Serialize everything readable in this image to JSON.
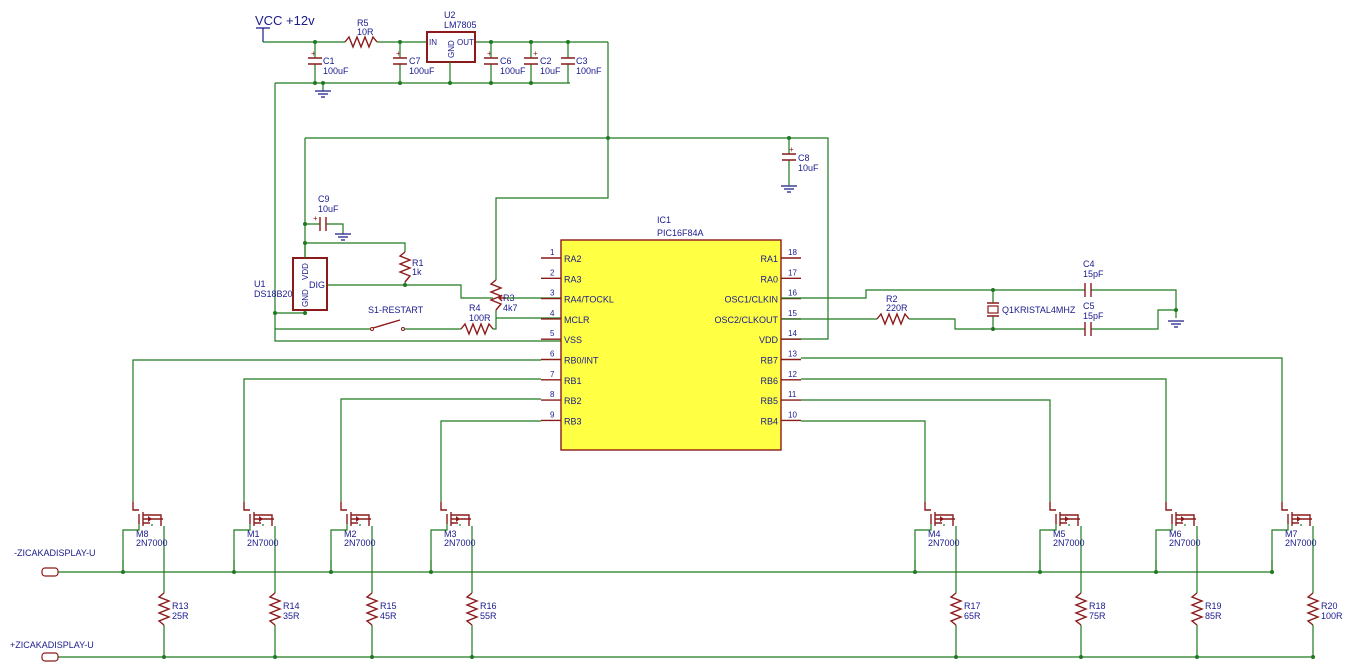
{
  "supply": {
    "vcc": "VCC +12v",
    "reg_name": "U2",
    "reg_value": "LM7805",
    "pin_in": "IN",
    "pin_gnd": "GND",
    "pin_out": "OUT"
  },
  "caps": [
    {
      "name": "C1",
      "value": "100uF"
    },
    {
      "name": "C7",
      "value": "100uF"
    },
    {
      "name": "C6",
      "value": "100uF"
    },
    {
      "name": "C2",
      "value": "10uF"
    },
    {
      "name": "C3",
      "value": "100nF"
    },
    {
      "name": "C8",
      "value": "10uF"
    },
    {
      "name": "C9",
      "value": "10uF"
    },
    {
      "name": "C4",
      "value": "15pF"
    },
    {
      "name": "C5",
      "value": "15pF"
    }
  ],
  "resistors": {
    "r5": {
      "name": "R5",
      "value": "10R"
    },
    "r1": {
      "name": "R1",
      "value": "1k"
    },
    "r4": {
      "name": "R4",
      "value": "100R"
    },
    "r3": {
      "name": "R3",
      "value": "4k7"
    },
    "r2": {
      "name": "R2",
      "value": "220R"
    }
  },
  "sensor": {
    "name": "U1",
    "value": "DS18B20",
    "pin_vdd": "VDD",
    "pin_gnd": "GND",
    "pin_dig": "DIG"
  },
  "switch": {
    "label": "S1-RESTART"
  },
  "crystal": {
    "label": "Q1KRISTAL4MHZ"
  },
  "ic": {
    "name": "IC1",
    "value": "PIC16F84A",
    "left_pins": [
      {
        "num": "1",
        "name": "RA2"
      },
      {
        "num": "2",
        "name": "RA3"
      },
      {
        "num": "3",
        "name": "RA4/TOCKL"
      },
      {
        "num": "4",
        "name": "MCLR"
      },
      {
        "num": "5",
        "name": "VSS"
      },
      {
        "num": "6",
        "name": "RB0/INT"
      },
      {
        "num": "7",
        "name": "RB1"
      },
      {
        "num": "8",
        "name": "RB2"
      },
      {
        "num": "9",
        "name": "RB3"
      }
    ],
    "right_pins": [
      {
        "num": "18",
        "name": "RA1"
      },
      {
        "num": "17",
        "name": "RA0"
      },
      {
        "num": "16",
        "name": "OSC1/CLKIN"
      },
      {
        "num": "15",
        "name": "OSC2/CLKOUT"
      },
      {
        "num": "14",
        "name": "VDD"
      },
      {
        "num": "13",
        "name": "RB7"
      },
      {
        "num": "12",
        "name": "RB6"
      },
      {
        "num": "11",
        "name": "RB5"
      },
      {
        "num": "10",
        "name": "RB4"
      }
    ]
  },
  "mosfets": [
    {
      "name": "M8",
      "value": "2N7000",
      "res_name": "R13",
      "res_value": "25R"
    },
    {
      "name": "M1",
      "value": "2N7000",
      "res_name": "R14",
      "res_value": "35R"
    },
    {
      "name": "M2",
      "value": "2N7000",
      "res_name": "R15",
      "res_value": "45R"
    },
    {
      "name": "M3",
      "value": "2N7000",
      "res_name": "R16",
      "res_value": "55R"
    },
    {
      "name": "M4",
      "value": "2N7000",
      "res_name": "R17",
      "res_value": "65R"
    },
    {
      "name": "M5",
      "value": "2N7000",
      "res_name": "R18",
      "res_value": "75R"
    },
    {
      "name": "M6",
      "value": "2N7000",
      "res_name": "R19",
      "res_value": "85R"
    },
    {
      "name": "M7",
      "value": "2N7000",
      "res_name": "R20",
      "res_value": "100R"
    }
  ],
  "connectors": {
    "minus": "-ZICAKADISPLAY-U",
    "plus": "+ZICAKADISPLAY-U"
  }
}
